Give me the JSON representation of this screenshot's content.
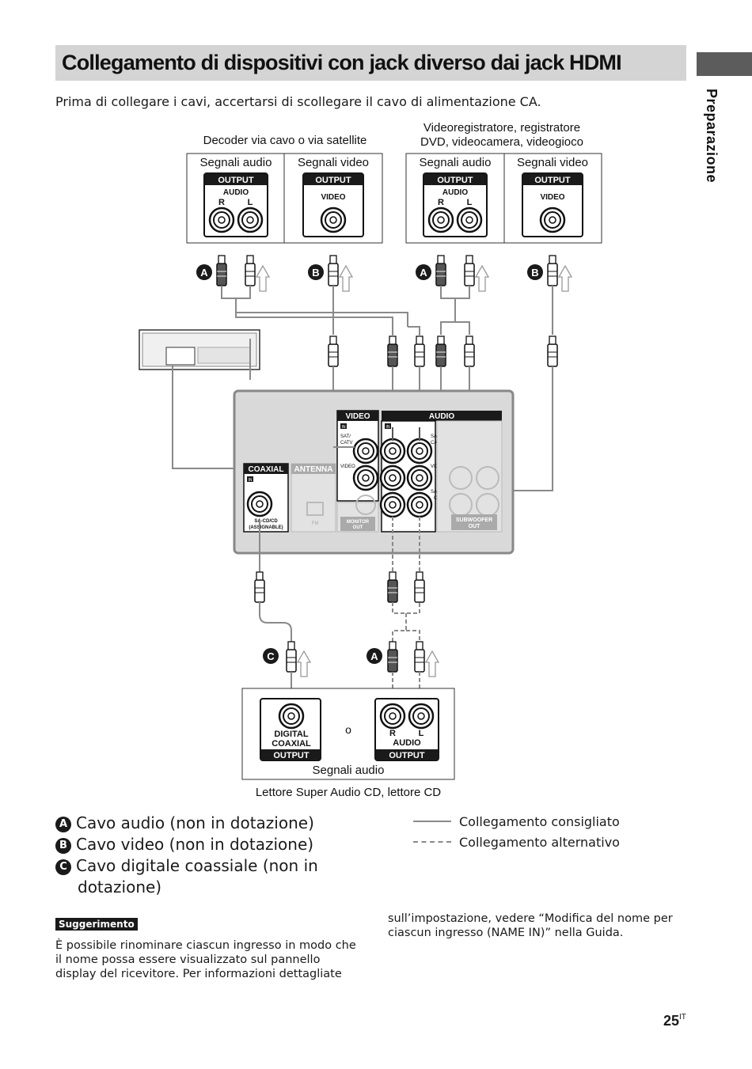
{
  "header": {
    "title": "Collegamento di dispositivi con jack diverso dai jack HDMI",
    "side_label": "Preparazione"
  },
  "intro": "Prima di collegare i cavi, accertarsi di scollegare il cavo di alimentazione CA.",
  "diagram": {
    "decoder_label": "Decoder via cavo o via satellite",
    "recorder_label_line1": "Videoregistratore, registratore",
    "recorder_label_line2": "DVD, videocamera, videogioco",
    "audio_signals": "Segnali audio",
    "video_signals": "Segnali video",
    "output": "OUTPUT",
    "audio": "AUDIO",
    "video": "VIDEO",
    "r": "R",
    "l": "L",
    "letter_a": "A",
    "letter_b": "B",
    "letter_c": "C",
    "panel_video": "VIDEO",
    "panel_audio": "AUDIO",
    "panel_in": "IN",
    "sat_catv": "SAT/",
    "catv": "CATV",
    "video_small": "VIDEO",
    "sacd": "SA-CD/",
    "cd": "CD",
    "coaxial": "COAXIAL",
    "antenna": "ANTENNA",
    "sacd_assignable_1": "SA-CD/CD",
    "sacd_assignable_2": "(ASSIGNABLE)",
    "monitor_out_1": "MONITOR",
    "monitor_out_2": "OUT",
    "subwoofer_out_1": "SUBWOOFER",
    "subwoofer_out_2": "OUT",
    "fm": "FM",
    "digital": "DIGITAL",
    "coaxial_player": "COAXIAL",
    "or": "o",
    "player_audio_signals": "Segnali audio",
    "player_label": "Lettore Super Audio CD, lettore CD"
  },
  "legend": {
    "a": {
      "badge": "A",
      "text": "Cavo audio (non in dotazione)"
    },
    "b": {
      "badge": "B",
      "text": "Cavo video (non in dotazione)"
    },
    "c": {
      "badge": "C",
      "text_line1": "Cavo digitale coassiale (non in",
      "text_line2": "dotazione)"
    },
    "recommended": "Collegamento consigliato",
    "alternative": "Collegamento alternativo"
  },
  "tip": {
    "label": "Suggerimento",
    "text1": "È possibile rinominare ciascun ingresso in modo che il nome possa essere visualizzato sul pannello display del ricevitore. Per informazioni dettagliate",
    "text2": "sull’impostazione, vedere “Modifica del nome per ciascun ingresso (NAME IN)” nella Guida."
  },
  "page": {
    "number": "25",
    "suffix": "IT"
  },
  "colors": {
    "title_bar": "#d4d4d4",
    "side_tab": "#5c5c5c",
    "panel": "#d9d9d9",
    "cable": "#8a8a8a"
  }
}
